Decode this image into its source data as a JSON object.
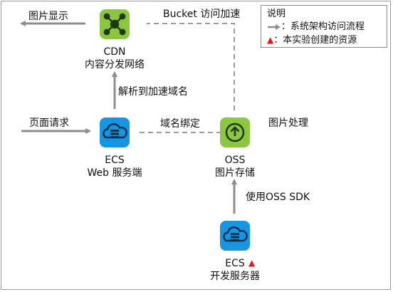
{
  "legend": {
    "title": "说明",
    "row1": "：系统架构访问流程",
    "row2": "：本实验创建的资源"
  },
  "nodes": {
    "cdn": {
      "line1": "CDN",
      "line2": "内容分发网络",
      "icon": "cdn-network-icon"
    },
    "ecs_web": {
      "line1": "ECS",
      "line2": "Web 服务端",
      "icon": "server-cloud-icon"
    },
    "oss": {
      "line1": "OSS",
      "line2": "图片存储",
      "icon": "storage-refresh-icon"
    },
    "ecs_dev": {
      "line1": "ECS",
      "line2": "开发服务器",
      "icon": "server-cloud-icon"
    }
  },
  "edges": {
    "image_display": "图片显示",
    "bucket_accel": "Bucket 访问加速",
    "resolve_accel": "解析到加速域名",
    "page_request": "页面请求",
    "domain_bind": "域名绑定",
    "image_process": "图片处理",
    "use_sdk": "使用OSS SDK"
  },
  "colors": {
    "arrow": "#8c8c8c",
    "cdn_green": "#8cc63f",
    "ecs_blue": "#1696e0",
    "oss_green": "#8dc63f",
    "marker_red": "#e21a1a"
  }
}
